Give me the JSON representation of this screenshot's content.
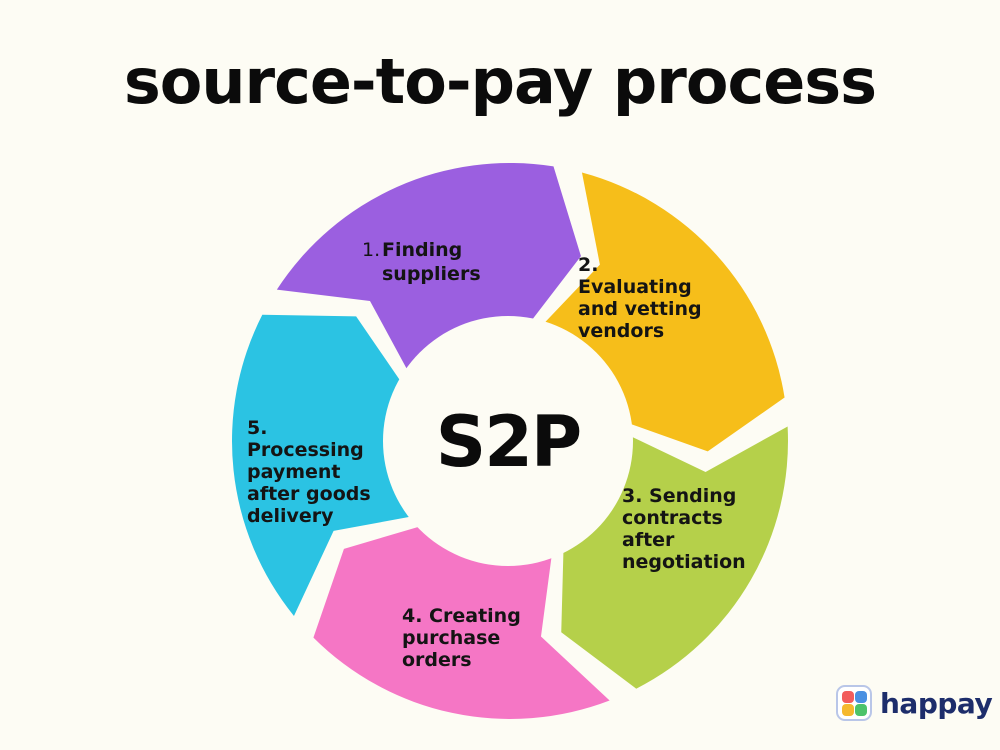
{
  "title": "source-to-pay process",
  "center_label": "S2P",
  "steps": [
    {
      "lines": [
        "Finding",
        "suppliers"
      ],
      "number": "1.",
      "color": "#9b5fe0"
    },
    {
      "lines": [
        "2.",
        "Evaluating",
        "and vetting",
        "vendors"
      ],
      "color": "#f6be1a"
    },
    {
      "lines": [
        "3. Sending",
        "contracts",
        "after",
        "negotiation"
      ],
      "color": "#b5d04a"
    },
    {
      "lines": [
        "4. Creating",
        "purchase",
        "orders"
      ],
      "color": "#f576c5"
    },
    {
      "lines": [
        "5.",
        "Processing",
        "payment",
        "after goods",
        "delivery"
      ],
      "color": "#2bc3e3"
    }
  ],
  "logo": {
    "text": "happay",
    "icon": "happay-logo-icon",
    "colors": [
      "#f25c5c",
      "#4a90e2",
      "#f5b82e",
      "#4cc36a"
    ]
  },
  "background": "#fdfcf4"
}
